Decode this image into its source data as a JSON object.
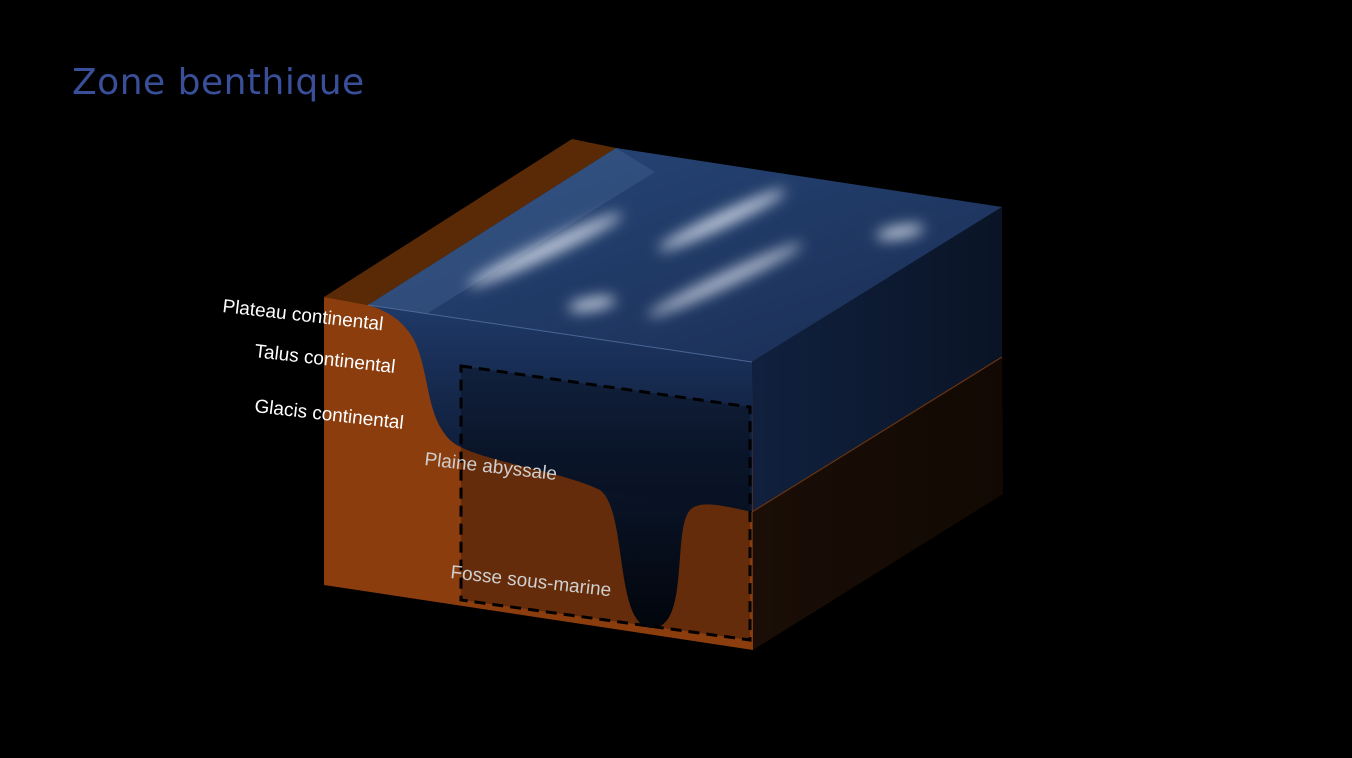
{
  "title": "Zone benthique",
  "labels": {
    "plateau": "Plateau continental",
    "talus": "Talus continental",
    "glacis": "Glacis continental",
    "plaine": "Plaine abyssale",
    "fosse": "Fosse sous-marine"
  },
  "colors": {
    "title": "#3a4f9a",
    "sediment": "#8b3d0e",
    "sediment_dark": "#5c2a0c",
    "water_top": "#1f3a6b",
    "water_deep": "#0b1b33",
    "label_light": "#ffffff",
    "label_dim": "#c9c9c9"
  }
}
